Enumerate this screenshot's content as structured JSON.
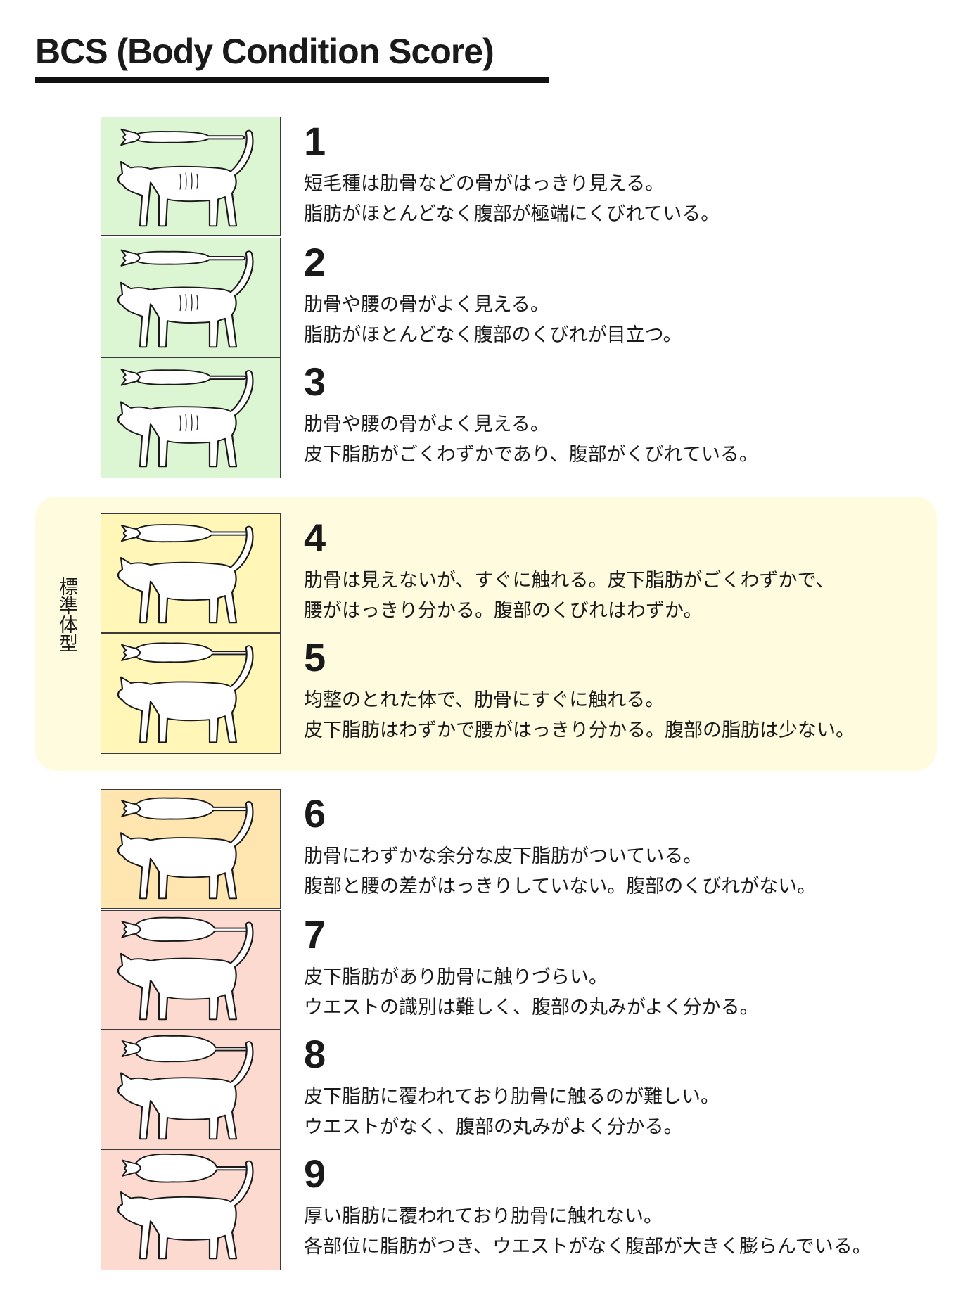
{
  "title": "BCS (Body Condition Score)",
  "standard_label": "標準体型",
  "colors": {
    "thin_bg": "#dcf5d2",
    "standard_bg": "#fff6b8",
    "standard_band": "#fefbdf",
    "over_bg": "#ffe5b0",
    "obese_bg": "#fddad0",
    "rule": "#111111"
  },
  "illustration_icon": "cat-silhouette-icon",
  "scores": [
    {
      "score": "1",
      "line1": "短毛種は肋骨などの骨がはっきり見える。",
      "line2": "脂肪がほとんどなく腹部が極端にくびれている。"
    },
    {
      "score": "2",
      "line1": "肋骨や腰の骨がよく見える。",
      "line2": "脂肪がほとんどなく腹部のくびれが目立つ。"
    },
    {
      "score": "3",
      "line1": "肋骨や腰の骨がよく見える。",
      "line2": "皮下脂肪がごくわずかであり、腹部がくびれている。"
    },
    {
      "score": "4",
      "line1": "肋骨は見えないが、すぐに触れる。皮下脂肪がごくわずかで、",
      "line2": "腰がはっきり分かる。腹部のくびれはわずか。"
    },
    {
      "score": "5",
      "line1": "均整のとれた体で、肋骨にすぐに触れる。",
      "line2": "皮下脂肪はわずかで腰がはっきり分かる。腹部の脂肪は少ない。"
    },
    {
      "score": "6",
      "line1": "肋骨にわずかな余分な皮下脂肪がついている。",
      "line2": "腹部と腰の差がはっきりしていない。腹部のくびれがない。"
    },
    {
      "score": "7",
      "line1": "皮下脂肪があり肋骨に触りづらい。",
      "line2": "ウエストの識別は難しく、腹部の丸みがよく分かる。"
    },
    {
      "score": "8",
      "line1": "皮下脂肪に覆われており肋骨に触るのが難しい。",
      "line2": "ウエストがなく、腹部の丸みがよく分かる。"
    },
    {
      "score": "9",
      "line1": "厚い脂肪に覆われており肋骨に触れない。",
      "line2": "各部位に脂肪がつき、ウエストがなく腹部が大きく膨らんでいる。"
    }
  ]
}
